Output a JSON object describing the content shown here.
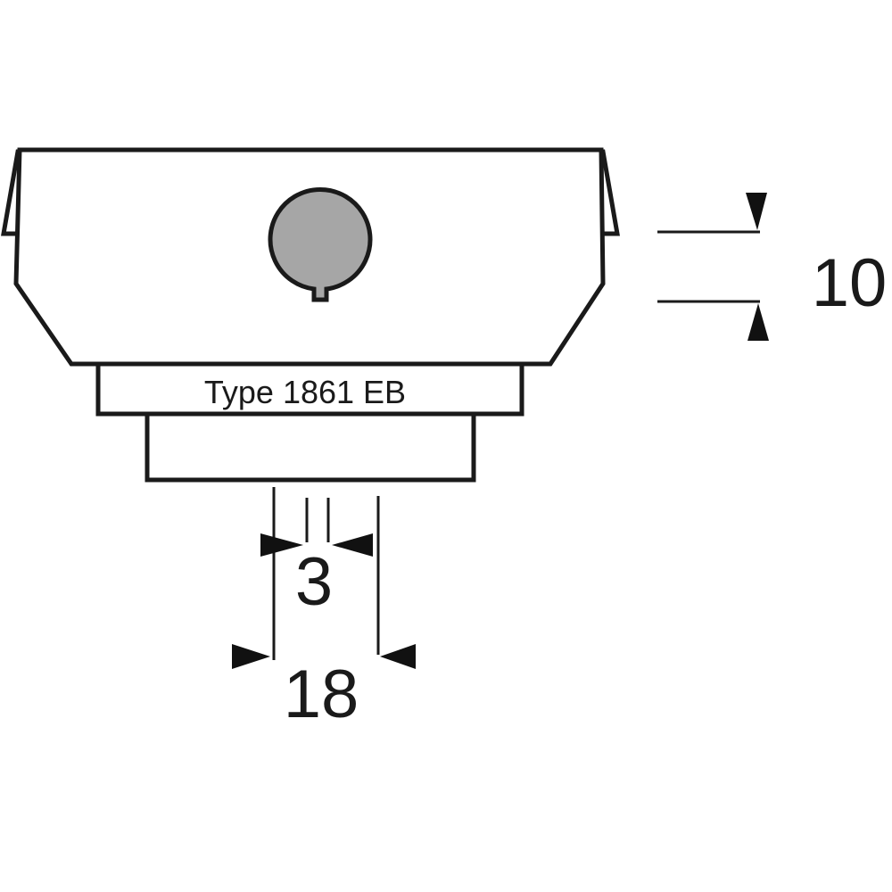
{
  "product": {
    "type_label": "Type 1861 EB"
  },
  "dimensions": {
    "height_label": "10",
    "small_width_label": "3",
    "width_label": "18"
  },
  "colors": {
    "line": "#1a1a1a",
    "knob_fill": "#a6a6a6",
    "background": "#ffffff"
  }
}
